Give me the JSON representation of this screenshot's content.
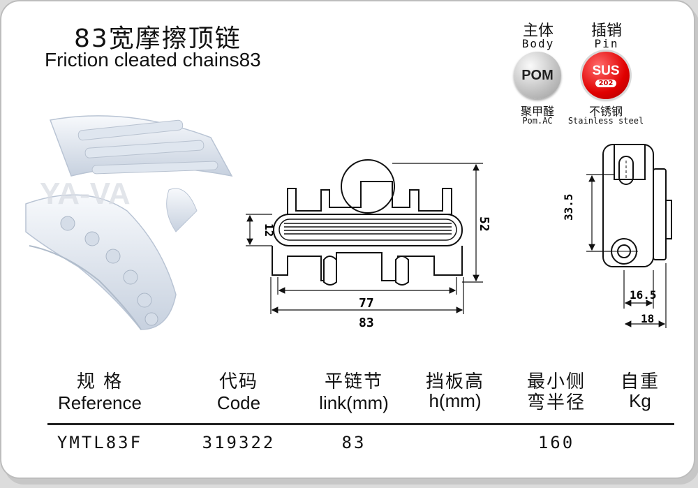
{
  "header": {
    "title_cn": "83宽摩擦顶链",
    "title_en": "Friction cleated chains83"
  },
  "materials": {
    "body": {
      "label_cn": "主体",
      "label_en": "Body",
      "badge": "POM",
      "name_cn": "聚甲醛",
      "name_en": "Pom.AC"
    },
    "pin": {
      "label_cn": "插销",
      "label_en": "Pin",
      "badge": "SUS",
      "badge_sub": "202",
      "name_cn": "不锈钢",
      "name_en": "Stainless steel"
    }
  },
  "drawing": {
    "dim_77": "77",
    "dim_83": "83",
    "dim_12": "12",
    "dim_52": "52",
    "dim_33_5": "33.5",
    "dim_16_5": "16.5",
    "dim_18": "18"
  },
  "watermark": "YA-VA",
  "table": {
    "headers": [
      {
        "cn": "规 格",
        "en": "Reference"
      },
      {
        "cn": "代码",
        "en": "Code"
      },
      {
        "cn": "平链节",
        "en": "link(mm)"
      },
      {
        "cn": "挡板高",
        "en": "h(mm)"
      },
      {
        "cn": "最小侧",
        "en": "弯半径"
      },
      {
        "cn": "自重",
        "en": "Kg"
      }
    ],
    "row": [
      "YMTL83F",
      "319322",
      "83",
      "",
      "160",
      ""
    ]
  },
  "colors": {
    "chain": "#eef2f8",
    "chain_shade": "#c9d3e0",
    "badge_red": "#e00000",
    "badge_grey": "#bfbfbf"
  }
}
